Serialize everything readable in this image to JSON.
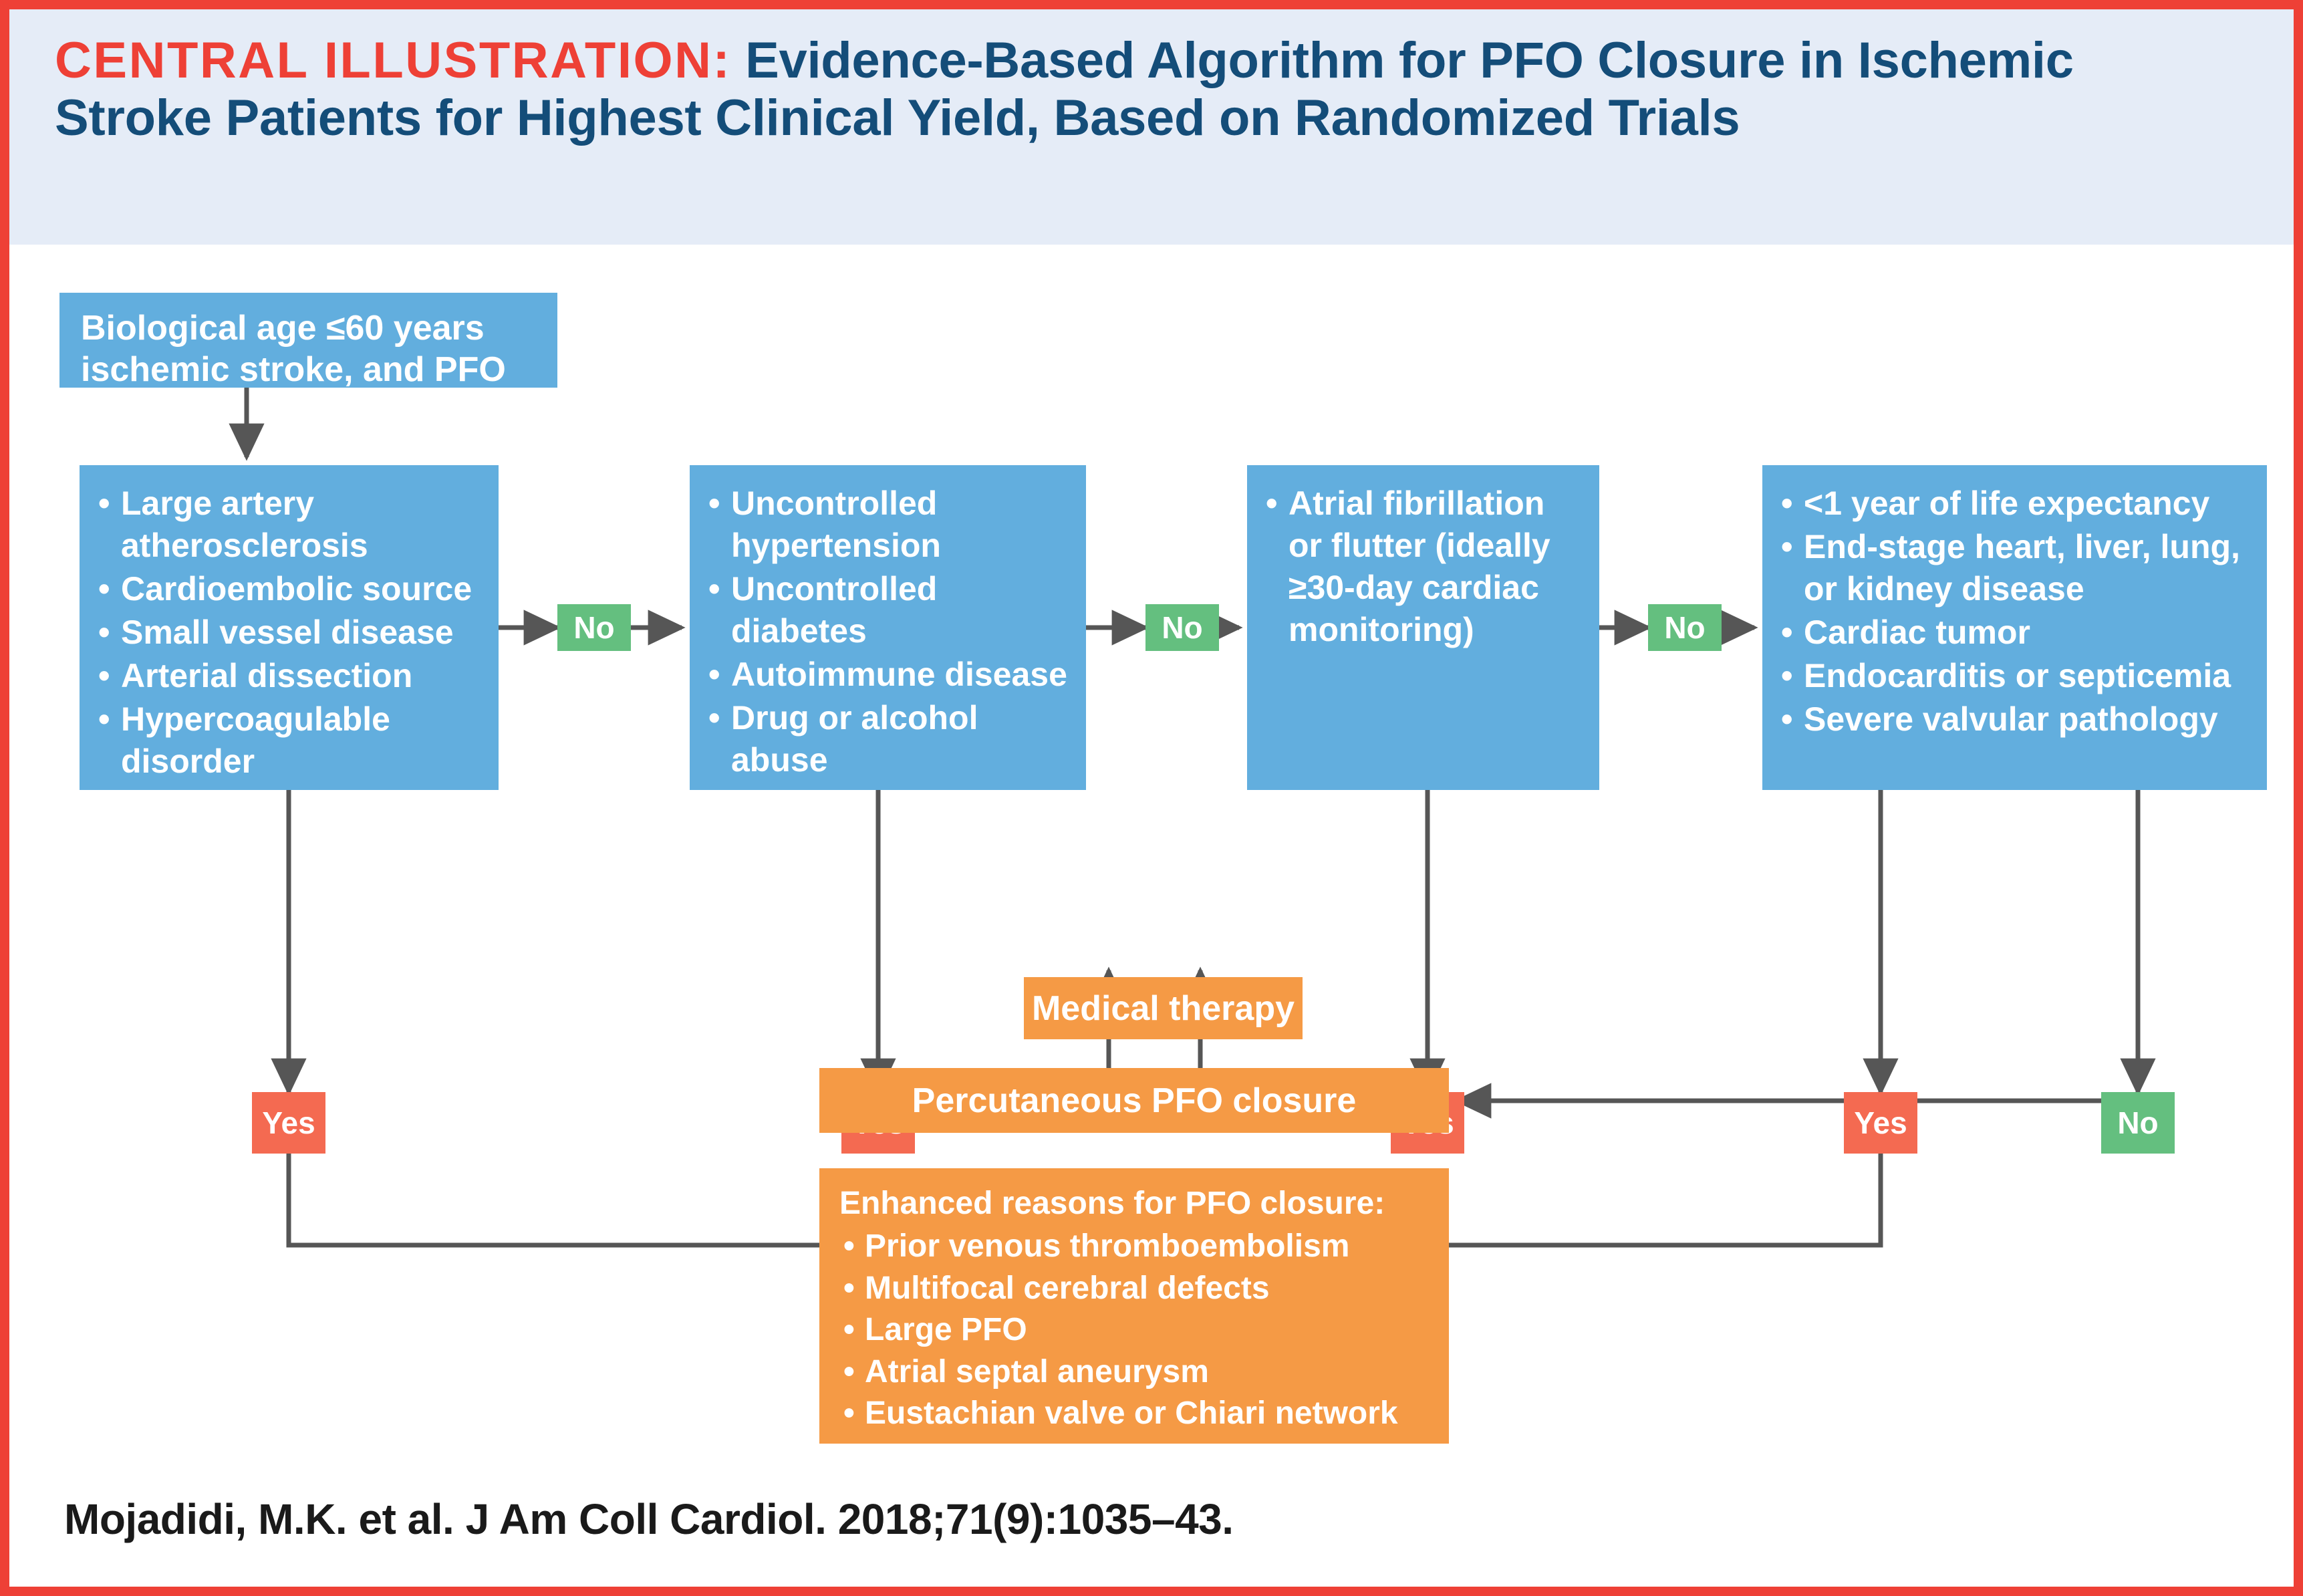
{
  "header": {
    "label": "CENTRAL ILLUSTRATION:",
    "title": " Evidence-Based Algorithm for PFO Closure in Ischemic Stroke Patients for Highest Clinical Yield, Based on Randomized Trials"
  },
  "colors": {
    "border_red": "#ee4036",
    "header_bg": "#e5ecf7",
    "header_navy": "#144d79",
    "node_blue": "#62aede",
    "node_orange": "#f59a45",
    "badge_yes": "#f46a51",
    "badge_no": "#64bf7f",
    "connector_gray": "#565656"
  },
  "nodes": {
    "start": {
      "text": "Biological age ≤60 years ischemic stroke, and PFO"
    },
    "criteria_1": {
      "items": [
        "Large artery atherosclerosis",
        "Cardioembolic source",
        "Small vessel disease",
        "Arterial dissection",
        "Hypercoagulable disorder"
      ]
    },
    "criteria_2": {
      "items": [
        "Uncontrolled hypertension",
        "Uncontrolled diabetes",
        "Autoimmune disease",
        "Drug or alcohol abuse"
      ]
    },
    "criteria_3": {
      "items": [
        "Atrial fibrillation or flutter (ideally ≥30-day cardiac monitoring)"
      ]
    },
    "criteria_4": {
      "items": [
        "<1 year of life expectancy",
        "End-stage heart, liver, lung, or kidney disease",
        "Cardiac tumor",
        "Endocarditis or septicemia",
        "Severe valvular pathology"
      ]
    },
    "medical_therapy": {
      "label": "Medical therapy"
    },
    "pfo_closure": {
      "label": "Percutaneous PFO closure"
    },
    "enhanced": {
      "heading": "Enhanced reasons for PFO closure:",
      "items": [
        "Prior venous thromboembolism",
        "Multifocal cerebral defects",
        "Large PFO",
        "Atrial septal aneurysm",
        "Eustachian valve or Chiari network"
      ]
    }
  },
  "badges": {
    "no_1": "No",
    "no_2": "No",
    "no_3": "No",
    "yes_1": "Yes",
    "yes_2": "Yes",
    "yes_3": "Yes",
    "yes_4": "Yes",
    "no_final": "No"
  },
  "citation": {
    "text": "Mojadidi, M.K. et al. J Am Coll Cardiol. 2018;71(9):1035–43."
  }
}
